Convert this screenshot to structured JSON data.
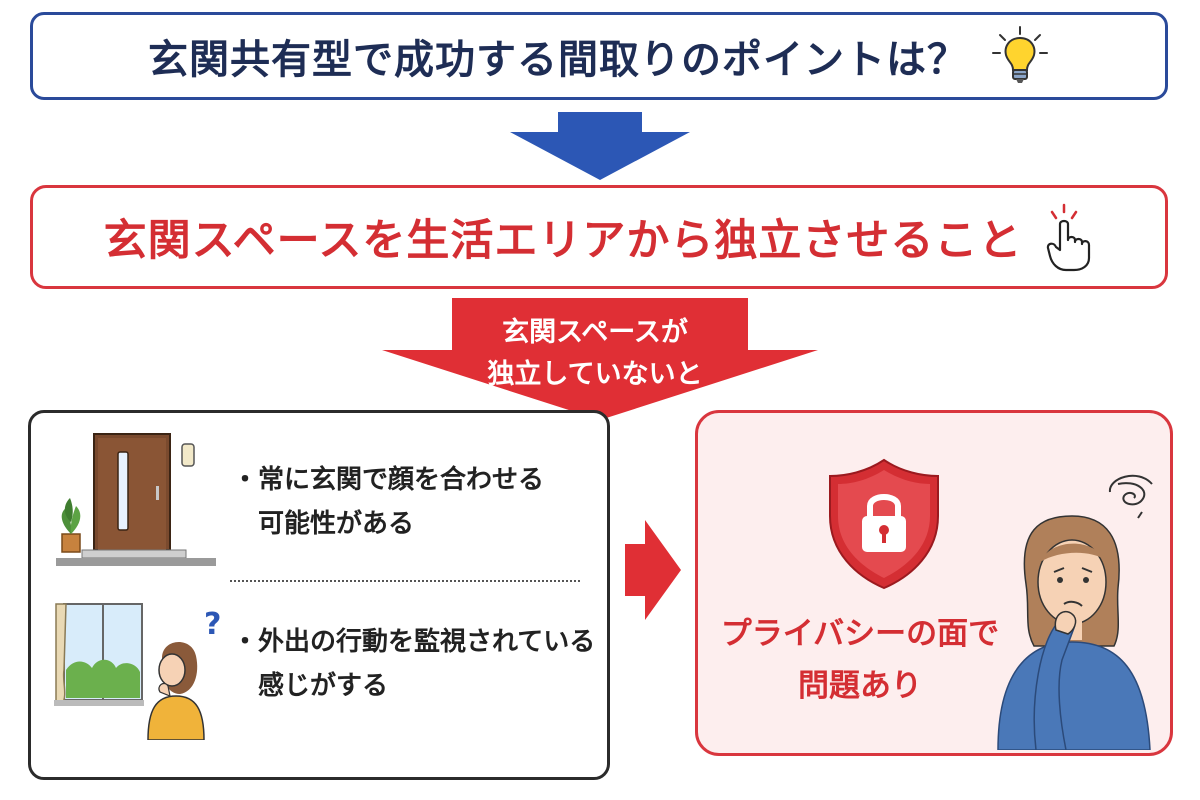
{
  "header": {
    "title": "玄関共有型で成功する間取りのポイントは？"
  },
  "goal": {
    "text": "玄関スペースを生活エリアから独立させること"
  },
  "condition": {
    "line1": "玄関スペースが",
    "line2": "独立していないと"
  },
  "issues": [
    {
      "bullet": "・",
      "line1": "常に玄関で顔を合わせる",
      "line2": "可能性がある"
    },
    {
      "bullet": "・",
      "line1": "外出の行動を監視されている",
      "line2": "感じがする"
    }
  ],
  "result": {
    "line1": "プライバシーの面で",
    "line2": "問題あり"
  },
  "icons": [
    "lightbulb-icon",
    "pointing-finger-icon",
    "shield-lock-icon",
    "door-icon",
    "plant-icon",
    "window-icon",
    "question-mark-icon",
    "worried-woman-icon",
    "dizzy-swirl-icon"
  ],
  "colors": {
    "blue": "#2a4a9a",
    "navy_text": "#1e2d55",
    "red": "#d42e33",
    "red_border": "#d9363e",
    "pink_bg": "#fdeeee"
  }
}
